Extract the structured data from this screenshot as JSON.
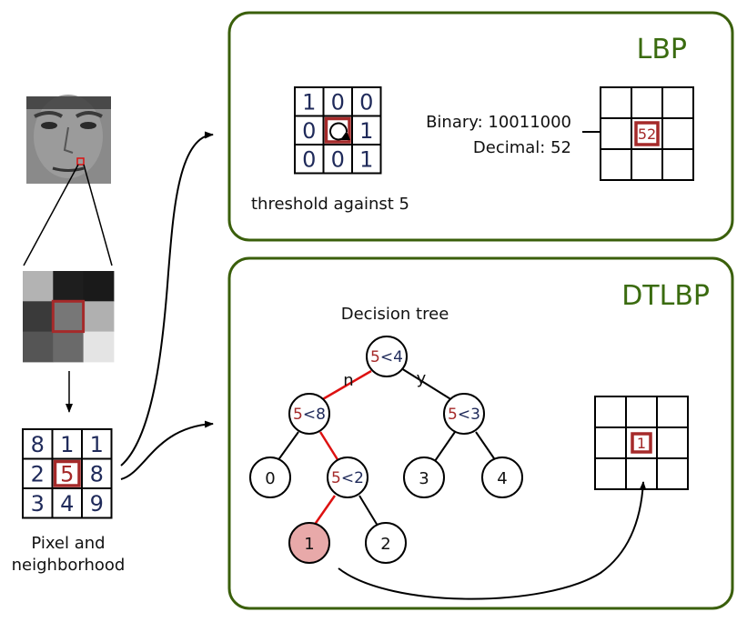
{
  "left_column": {
    "zoom_patch_shades": [
      [
        "#b3b3b3",
        "#1e1e1e",
        "#1a1a1a"
      ],
      [
        "#3a3a3a",
        "#777777",
        "#b0b0b0"
      ],
      [
        "#555555",
        "#6a6a6a",
        "#e4e4e4"
      ]
    ],
    "neighborhood": [
      [
        "8",
        "1",
        "1"
      ],
      [
        "2",
        "5",
        "8"
      ],
      [
        "3",
        "4",
        "9"
      ]
    ],
    "caption_line1": "Pixel and",
    "caption_line2": "neighborhood"
  },
  "lbp": {
    "title": "LBP",
    "threshold_grid": [
      [
        "1",
        "0",
        "0"
      ],
      [
        "0",
        "",
        "1"
      ],
      [
        "0",
        "0",
        "1"
      ]
    ],
    "threshold_caption": "threshold against 5",
    "binary_text": "Binary: 10011000",
    "decimal_text": "Decimal: 52",
    "result_value": "52"
  },
  "dtlbp": {
    "title": "DTLBP",
    "tree_caption": "Decision tree",
    "root": {
      "left": "5",
      "right": "<4"
    },
    "left_node": {
      "left": "5",
      "right": "<8"
    },
    "right_node": {
      "left": "5",
      "right": "<3"
    },
    "left_right_node": {
      "left": "5",
      "right": "<2"
    },
    "edge_no": "n",
    "edge_yes": "y",
    "leaves": [
      "0",
      "1",
      "2",
      "3",
      "4"
    ],
    "result_value": "1"
  },
  "colors": {
    "panel_border": "#3a5f0b",
    "title_green": "#3a6b0f",
    "highlight_red": "#a52a2a",
    "path_red": "#dd1111",
    "digit_navy": "#1f2a5a",
    "leaf_fill": "#e8a9a9"
  }
}
